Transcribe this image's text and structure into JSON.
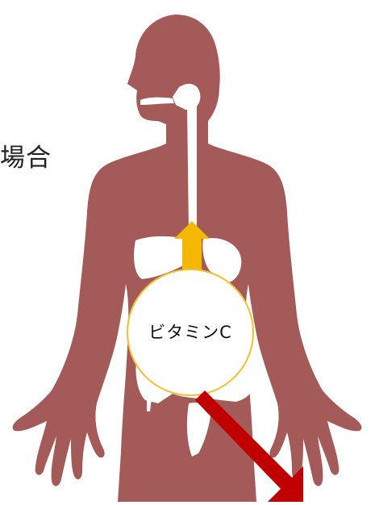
{
  "labels": {
    "side_text": "場合",
    "circle_text": "ビタミンC"
  },
  "colors": {
    "body": "#a35a58",
    "organs": "#ffffff",
    "circle_fill": "#ffffff",
    "circle_stroke": "#f2c12e",
    "up_arrow": "#f5b800",
    "down_arrow": "#c00000",
    "text": "#222222"
  },
  "icons": {
    "figure": "human-silhouette-digestive-system",
    "up_arrow": "arrow-up",
    "down_arrow": "arrow-down-right"
  }
}
